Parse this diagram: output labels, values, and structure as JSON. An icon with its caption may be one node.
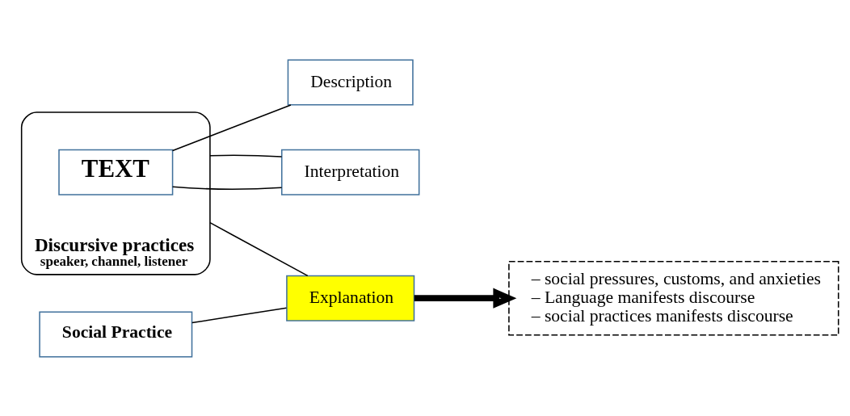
{
  "diagram": {
    "nodes": [
      {
        "text": [
          "Discursive practices",
          "speaker, channel, listener"
        ]
      },
      {
        "text": [
          "TEXT"
        ],
        "in": 0
      },
      {
        "text": [
          "Description"
        ]
      },
      {
        "text": [
          "Interpretation"
        ]
      },
      {
        "text": [
          "Explanation"
        ]
      },
      {
        "text": [
          "– social pressures, customs, and anxieties",
          "– Language manifests discourse",
          "– social practices manifests discourse"
        ]
      },
      {
        "text": [
          "Social Practice"
        ]
      }
    ],
    "edges": [
      {
        "from": 1,
        "to": 2,
        "arrow": "none"
      },
      {
        "from": 1,
        "to": 3,
        "arrow": "none"
      },
      {
        "from": 0,
        "to": 3,
        "arrow": "none"
      },
      {
        "from": 0,
        "to": 4,
        "arrow": "none"
      },
      {
        "from": 6,
        "to": 4,
        "arrow": "none"
      },
      {
        "from": 4,
        "to": 5,
        "arrow": "to",
        "style": "thick"
      }
    ]
  }
}
